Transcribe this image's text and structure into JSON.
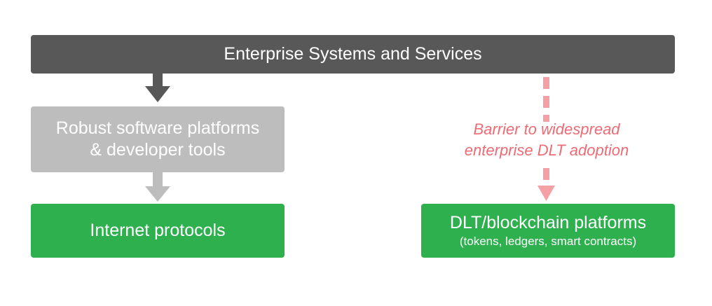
{
  "diagram": {
    "top_box": {
      "label": "Enterprise Systems and Services"
    },
    "robust_box": {
      "line1": "Robust software platforms",
      "line2": "& developer tools"
    },
    "internet_box": {
      "label": "Internet protocols"
    },
    "dlt_box": {
      "label": "DLT/blockchain platforms",
      "sublabel": "(tokens, ledgers, smart contracts)"
    },
    "barrier": {
      "line1": "Barrier to widespread",
      "line2": "enterprise DLT adoption"
    }
  },
  "colors": {
    "top_box": "#585858",
    "robust_box": "#bdbdbd",
    "green_box": "#2eb04f",
    "barrier_text": "#ee6b74",
    "barrier_arrow": "#f4a0a5"
  }
}
